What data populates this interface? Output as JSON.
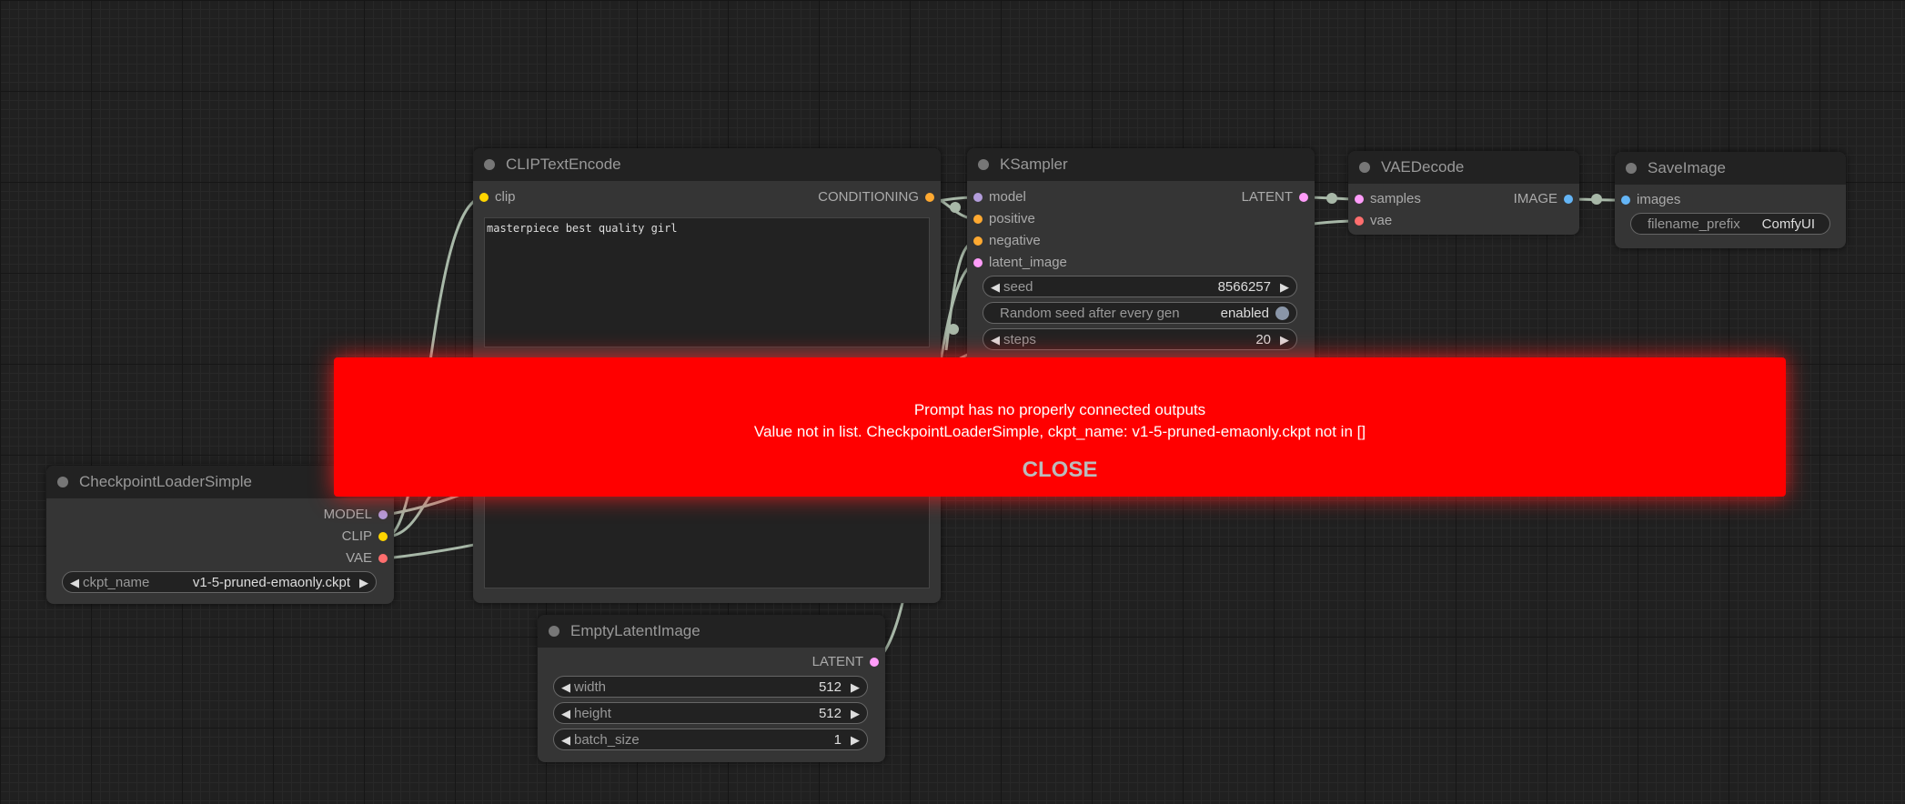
{
  "colors": {
    "model": "#b39ddb",
    "clip": "#ffd500",
    "vae": "#ff6e6e",
    "conditioning": "#ffa931",
    "latent": "#ff9cf9",
    "image": "#64b5f6",
    "link": "#a8b8a8",
    "error_bg": "#ff0000"
  },
  "nodes": {
    "clip_text_encode_top": {
      "title": "CLIPTextEncode",
      "input_clip": "clip",
      "output_conditioning": "CONDITIONING",
      "text": "masterpiece best quality girl"
    },
    "ksampler": {
      "title": "KSampler",
      "input_model": "model",
      "input_positive": "positive",
      "input_negative": "negative",
      "input_latent_image": "latent_image",
      "output_latent": "LATENT",
      "seed_label": "seed",
      "seed_value": "8566257",
      "random_seed_label": "Random seed after every gen",
      "random_seed_value": "enabled",
      "steps_label": "steps",
      "steps_value": "20"
    },
    "vae_decode": {
      "title": "VAEDecode",
      "input_samples": "samples",
      "input_vae": "vae",
      "output_image": "IMAGE"
    },
    "save_image": {
      "title": "SaveImage",
      "input_images": "images",
      "filename_prefix_label": "filename_prefix",
      "filename_prefix_value": "ComfyUI"
    },
    "checkpoint_loader": {
      "title": "CheckpointLoaderSimple",
      "output_model": "MODEL",
      "output_clip": "CLIP",
      "output_vae": "VAE",
      "ckpt_name_label": "ckpt_name",
      "ckpt_name_value": "v1-5-pruned-emaonly.ckpt"
    },
    "empty_latent": {
      "title": "EmptyLatentImage",
      "output_latent": "LATENT",
      "width_label": "width",
      "width_value": "512",
      "height_label": "height",
      "height_value": "512",
      "batch_size_label": "batch_size",
      "batch_size_value": "1"
    }
  },
  "error_dialog": {
    "line1": "Prompt has no properly connected outputs",
    "line2": "Value not in list. CheckpointLoaderSimple, ckpt_name: v1-5-pruned-emaonly.ckpt not in []",
    "close_label": "CLOSE"
  }
}
